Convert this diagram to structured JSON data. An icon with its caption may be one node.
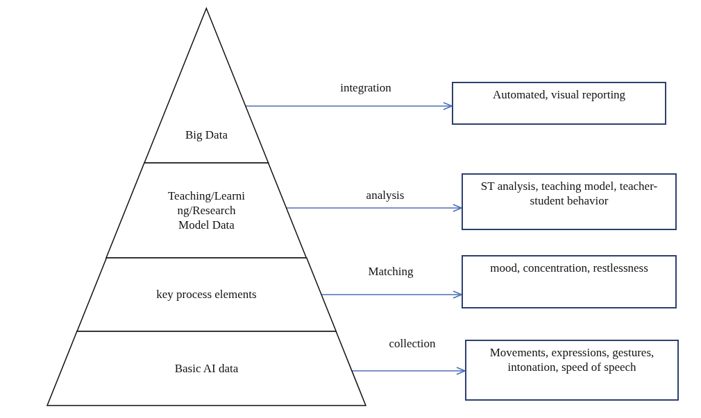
{
  "diagram": {
    "nodes": [
      {
        "text": [
          "Big Data"
        ]
      },
      {
        "text": [
          "Teaching/Learni ng/Research Model Data"
        ]
      },
      {
        "text": [
          "key process elements"
        ]
      },
      {
        "text": [
          "Basic AI data"
        ]
      },
      {
        "text": [
          "Automated, visual reporting"
        ]
      },
      {
        "text": [
          "ST analysis, teaching model, teacher-student behavior"
        ]
      },
      {
        "text": [
          "mood, concentration, restlessness"
        ]
      },
      {
        "text": [
          "Movements, expressions, gestures, intonation, speed of speech"
        ]
      }
    ],
    "edges": [
      {
        "from": 0,
        "to": 4,
        "arrow": "to",
        "label": "integration"
      },
      {
        "from": 1,
        "to": 5,
        "arrow": "to",
        "label": "analysis"
      },
      {
        "from": 2,
        "to": 6,
        "arrow": "to",
        "label": "Matching"
      },
      {
        "from": 3,
        "to": 7,
        "arrow": "to",
        "label": "collection"
      }
    ]
  }
}
